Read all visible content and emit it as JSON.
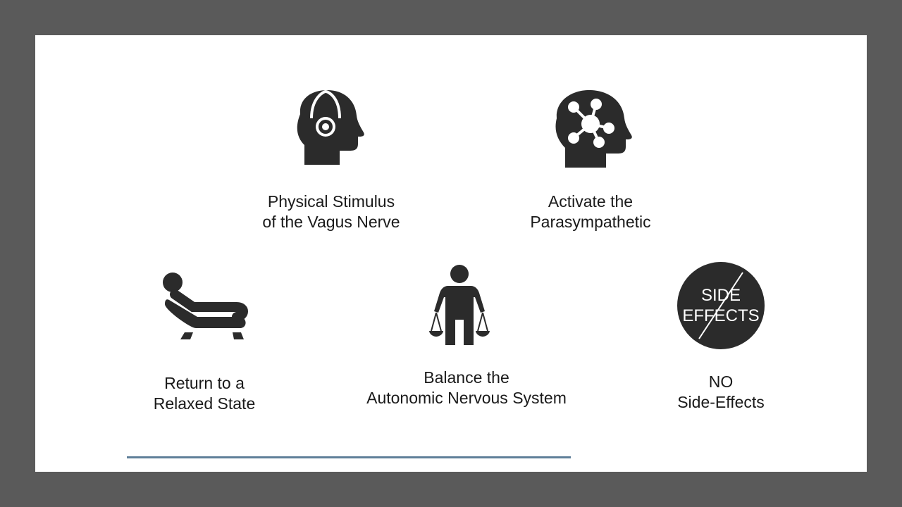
{
  "colors": {
    "frame": "#5a5a5a",
    "slide": "#ffffff",
    "icon": "#2b2b2b",
    "rule": "#5f7f99"
  },
  "items": [
    {
      "id": "physical-stimulus",
      "icon": "headphones-head-icon",
      "lines": [
        "Physical Stimulus",
        "of the Vagus Nerve"
      ]
    },
    {
      "id": "activate-parasympathetic",
      "icon": "network-head-icon",
      "lines": [
        "Activate the",
        "Parasympathetic"
      ]
    },
    {
      "id": "relaxed-state",
      "icon": "reclining-person-icon",
      "lines": [
        "Return to a",
        "Relaxed State"
      ]
    },
    {
      "id": "balance",
      "icon": "person-scales-icon",
      "lines": [
        "Balance the",
        "Autonomic Nervous System"
      ]
    },
    {
      "id": "no-side-effects",
      "icon": "no-side-effects-icon",
      "lines": [
        "NO",
        "Side-Effects"
      ],
      "badge": [
        "SIDE",
        "EFFECTS"
      ]
    }
  ]
}
